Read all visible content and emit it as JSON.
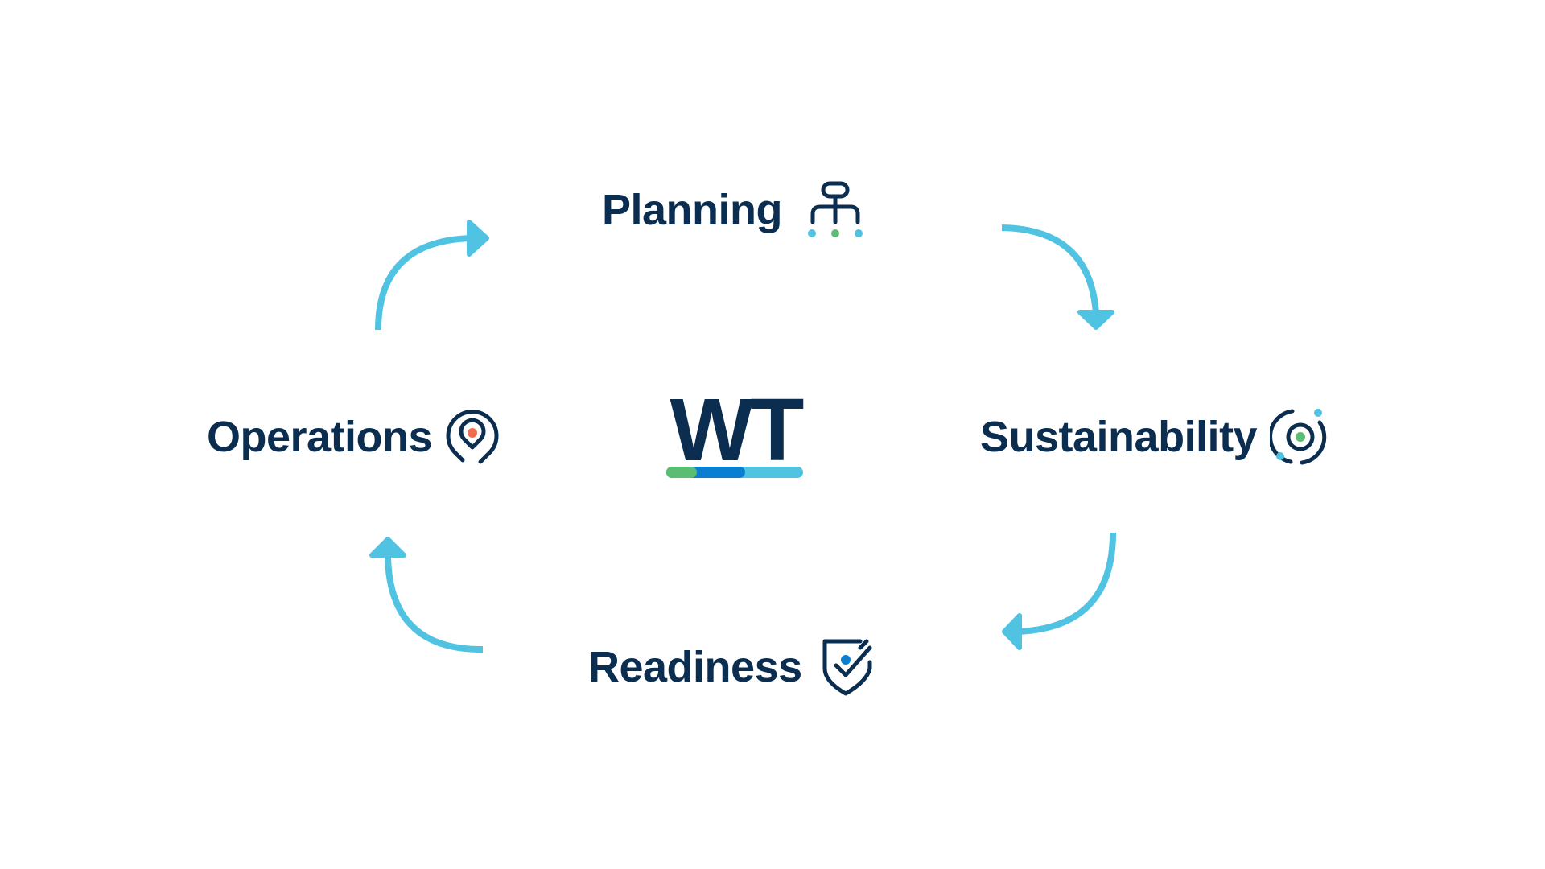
{
  "diagram": {
    "center": {
      "logo_text": "WT",
      "bar_colors": [
        "#5bbd72",
        "#0a7fd2",
        "#4fc3e1"
      ]
    },
    "nodes": [
      {
        "id": "planning",
        "label": "Planning",
        "icon": "org-chart-icon"
      },
      {
        "id": "sustainability",
        "label": "Sustainability",
        "icon": "orbit-target-icon"
      },
      {
        "id": "readiness",
        "label": "Readiness",
        "icon": "shield-check-icon"
      },
      {
        "id": "operations",
        "label": "Operations",
        "icon": "location-pin-icon"
      }
    ],
    "flow": [
      {
        "from": "planning",
        "to": "sustainability"
      },
      {
        "from": "sustainability",
        "to": "readiness"
      },
      {
        "from": "readiness",
        "to": "operations"
      },
      {
        "from": "operations",
        "to": "planning"
      }
    ],
    "colors": {
      "text": "#0b2e50",
      "arrow": "#4fc3e1",
      "accent_green": "#5bbd72",
      "accent_blue": "#0a7fd2",
      "accent_cyan": "#4fc3e1",
      "accent_orange": "#f26b4f"
    }
  }
}
